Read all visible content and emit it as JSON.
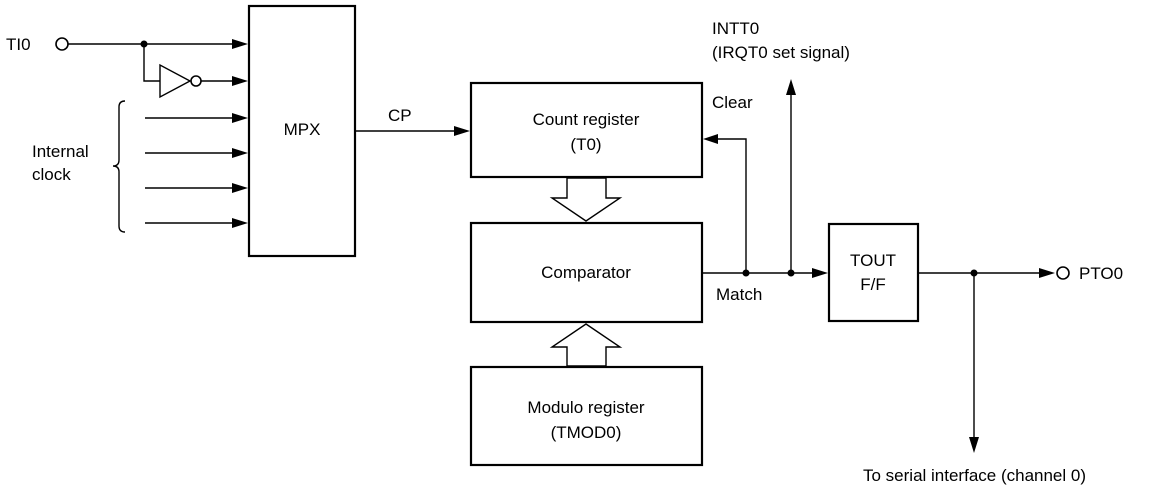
{
  "signals": {
    "ti0": "TI0",
    "cp": "CP",
    "clear": "Clear",
    "match": "Match",
    "intt0_line1": "INTT0",
    "intt0_line2": "(IRQT0 set signal)",
    "pto0": "PTO0",
    "serial": "To serial interface (channel 0)",
    "internal_line1": "Internal",
    "internal_line2": "clock"
  },
  "blocks": {
    "mpx": "MPX",
    "count_line1": "Count register",
    "count_line2": "(T0)",
    "comparator": "Comparator",
    "modulo_line1": "Modulo register",
    "modulo_line2": "(TMOD0)",
    "tout_line1": "TOUT",
    "tout_line2": "F/F"
  }
}
